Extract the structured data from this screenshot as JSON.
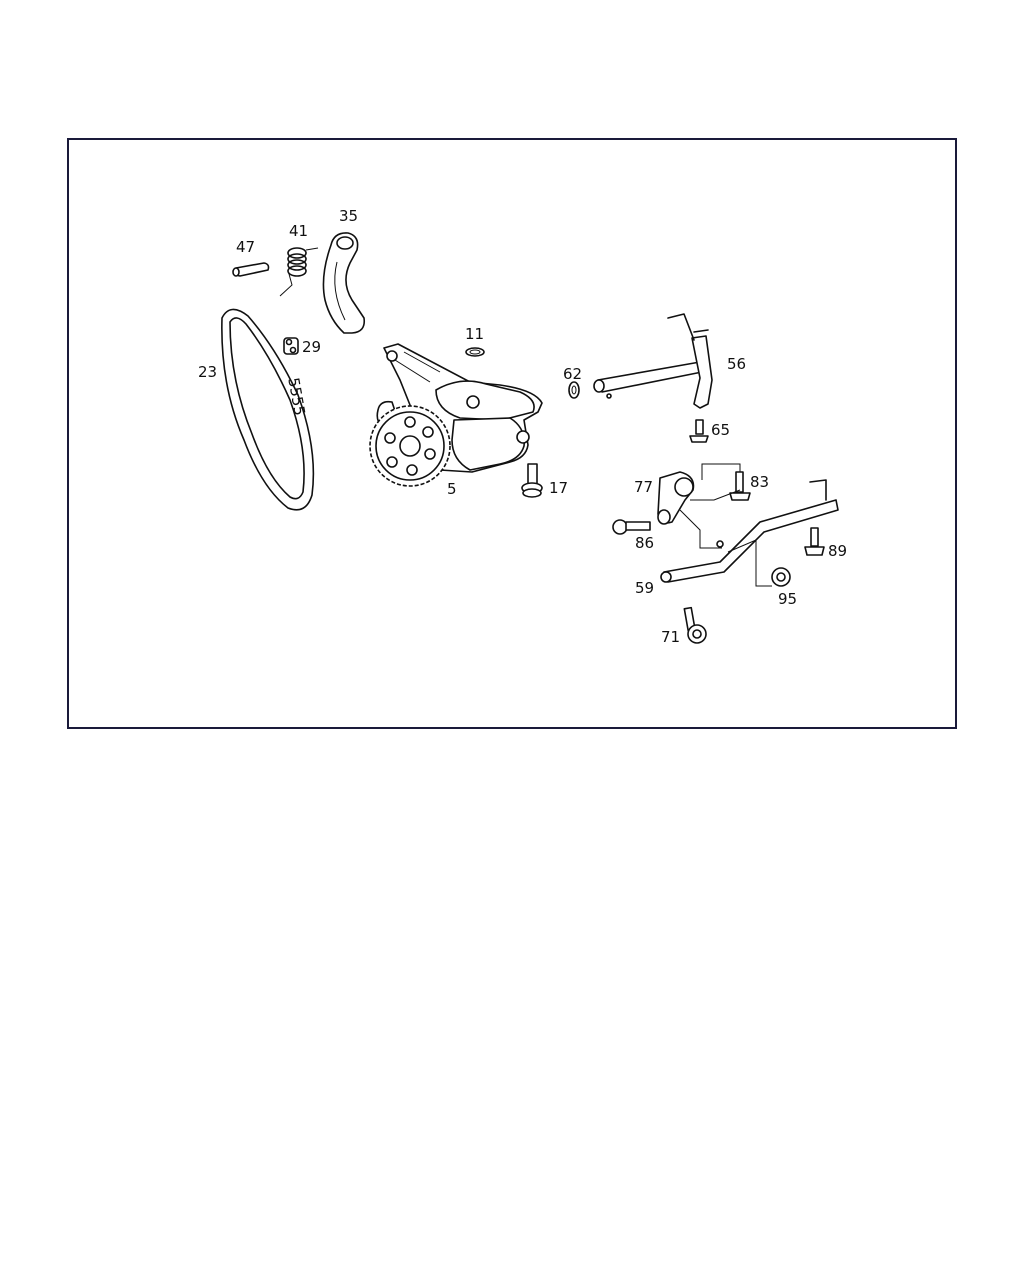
{
  "diagram": {
    "labels": {
      "p5": "5",
      "p11": "11",
      "p17": "17",
      "p23": "23",
      "p29": "29",
      "p35": "35",
      "p41": "41",
      "p47": "47",
      "p56": "56",
      "p59": "59",
      "p62": "62",
      "p65": "65",
      "p71": "71",
      "p77": "77",
      "p83": "83",
      "p86": "86",
      "p89": "89",
      "p95": "95"
    }
  }
}
